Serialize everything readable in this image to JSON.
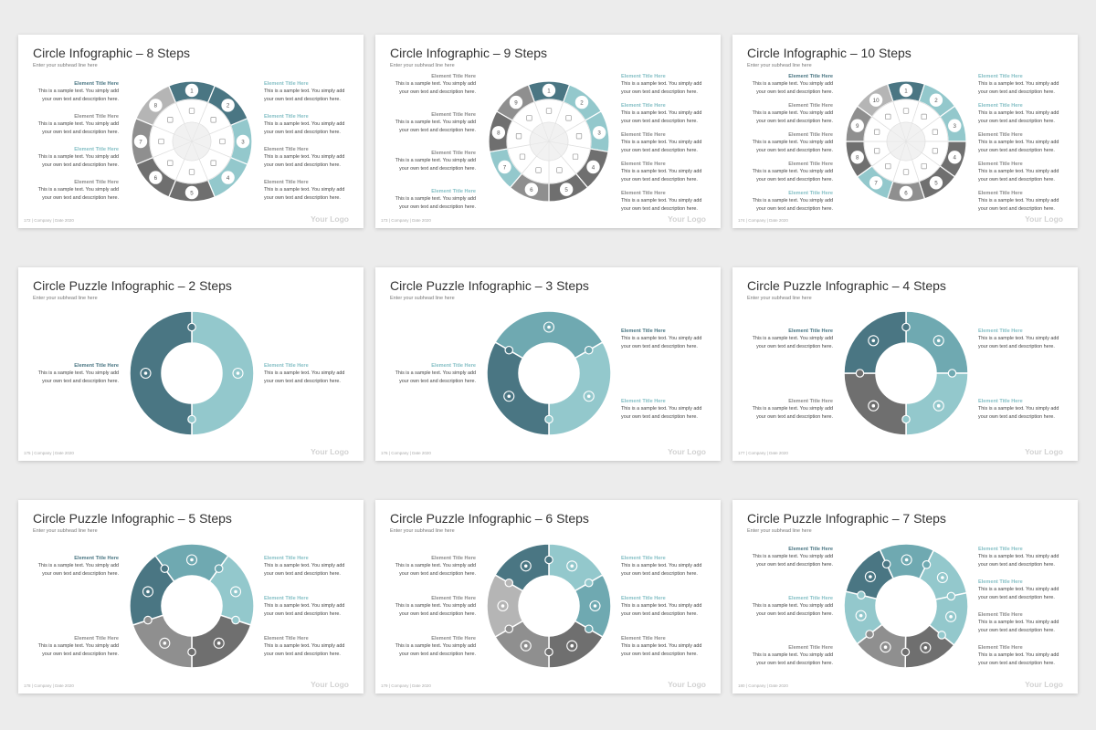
{
  "colors": {
    "teal_dark": "#4a7683",
    "teal": "#6fa9b1",
    "teal_light": "#93c8cc",
    "gray_dark": "#6f6f6f",
    "gray": "#8f8f8f",
    "gray_light": "#b5b5b5"
  },
  "common": {
    "subhead": "Enter your subhead line here",
    "footer": "| Company | Date 2020",
    "logo": "Your Logo",
    "element_title": "Element Title Here",
    "element_desc": "This is a sample text. You simply add your own text and description here."
  },
  "slides": [
    {
      "title": "Circle Infographic – 8 Steps",
      "page": "172",
      "steps": [
        "1",
        "2",
        "3",
        "4",
        "5",
        "6",
        "7",
        "8"
      ]
    },
    {
      "title": "Circle Infographic – 9 Steps",
      "page": "173",
      "steps": [
        "1",
        "2",
        "3",
        "4",
        "5",
        "6",
        "7",
        "8",
        "9"
      ]
    },
    {
      "title": "Circle Infographic – 10 Steps",
      "page": "174",
      "steps": [
        "1",
        "2",
        "3",
        "4",
        "5",
        "6",
        "7",
        "8",
        "9",
        "10"
      ]
    },
    {
      "title": "Circle Puzzle Infographic – 2 Steps",
      "page": "175",
      "icons": [
        "dollar-coin-icon",
        "presentation-icon"
      ]
    },
    {
      "title": "Circle Puzzle Infographic – 3 Steps",
      "page": "176",
      "icons": [
        "dollar-coin-icon",
        "presentation-icon",
        "calendar-icon"
      ]
    },
    {
      "title": "Circle Puzzle Infographic – 4 Steps",
      "page": "177",
      "icons": [
        "dollar-coin-icon",
        "presentation-icon",
        "calendar-icon",
        "clipboard-icon"
      ]
    },
    {
      "title": "Circle Puzzle Infographic – 5 Steps",
      "page": "178",
      "icons": [
        "rocket-icon",
        "lightbulb-icon",
        "worker-icon",
        "head-gear-icon",
        "money-icon"
      ]
    },
    {
      "title": "Circle Puzzle Infographic – 6 Steps",
      "page": "179",
      "icons": [
        "target-icon",
        "gear-icon",
        "presenter-icon",
        "cart-icon",
        "pie-chart-icon",
        "cloud-icon"
      ]
    },
    {
      "title": "Circle Puzzle Infographic – 7 Steps",
      "page": "180",
      "icons": [
        "building-icon",
        "chart-board-icon",
        "presentation-icon",
        "gear-doc-icon",
        "document-icon",
        "network-icon",
        "calendar-icon"
      ]
    }
  ]
}
